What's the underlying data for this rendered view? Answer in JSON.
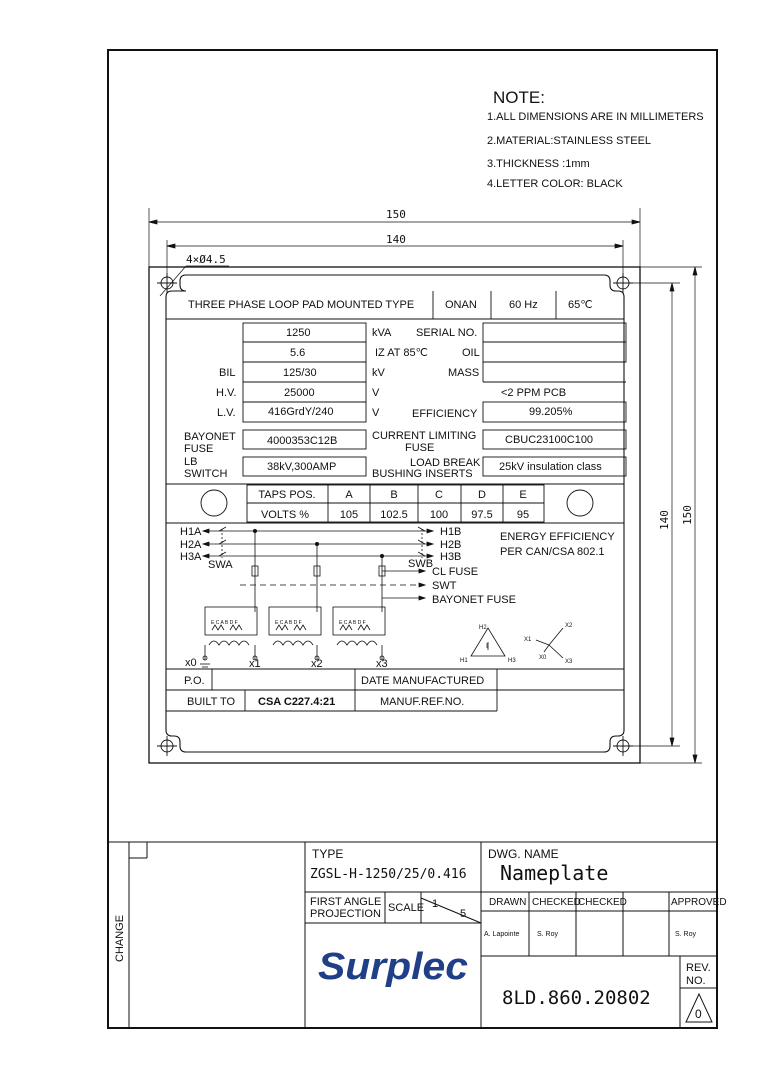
{
  "note": {
    "title": "NOTE:",
    "lines": [
      "1.ALL DIMENSIONS ARE IN MILLIMETERS",
      "2.MATERIAL:STAINLESS STEEL",
      "3.THICKNESS :1mm",
      "4.LETTER COLOR: BLACK"
    ]
  },
  "dimensions": {
    "width_outer": "150",
    "width_inner": "140",
    "height_inner": "140",
    "height_outer": "150",
    "holes": "4×Ø4.5"
  },
  "plate": {
    "header": {
      "type": "THREE PHASE LOOP PAD MOUNTED TYPE",
      "cooling": "ONAN",
      "freq": "60 Hz",
      "temp": "65℃"
    },
    "rows": [
      {
        "label": "",
        "value": "1250",
        "unit": "kVA",
        "label2": "SERIAL NO.",
        "value2": ""
      },
      {
        "label": "",
        "value": "5.6",
        "unit": "IZ AT 85℃",
        "label2": "OIL",
        "value2": ""
      },
      {
        "label": "BIL",
        "value": "125/30",
        "unit": "kV",
        "label2": "MASS",
        "value2": ""
      },
      {
        "label": "H.V.",
        "value": "25000",
        "unit": "V",
        "label2": "",
        "value2": "<2 PPM PCB"
      },
      {
        "label": "L.V.",
        "value": "416GrdY/240",
        "unit": "V",
        "label2": "EFFICIENCY",
        "value2": "99.205%"
      }
    ],
    "bayonet": {
      "label_l1": "BAYONET",
      "label_l2": "FUSE",
      "value": "4000353C12B",
      "label2_l1": "CURRENT LIMITING",
      "label2_l2": "FUSE",
      "value2": "CBUC23100C100"
    },
    "lbswitch": {
      "label_l1": "LB",
      "label_l2": "SWITCH",
      "value": "38kV,300AMP",
      "label2_l1": "LOAD BREAK",
      "label2_l2": "BUSHING INSERTS",
      "value2": "25kV insulation class"
    },
    "taps": {
      "header": [
        "TAPS POS.",
        "A",
        "B",
        "C",
        "D",
        "E"
      ],
      "values": [
        "VOLTS %",
        "105",
        "102.5",
        "100",
        "97.5",
        "95"
      ]
    },
    "schematic": {
      "h1a": "H1A",
      "h2a": "H2A",
      "h3a": "H3A",
      "swa": "SWA",
      "h1b": "H1B",
      "h2b": "H2B",
      "h3b": "H3B",
      "swb": "SWB",
      "cl_fuse": "CL FUSE",
      "swt": "SWT",
      "bayonet_fuse": "BAYONET FUSE",
      "energy_l1": "ENERGY EFFICIENCY",
      "energy_l2": "PER CAN/CSA 802.1",
      "x0": "x0",
      "x1": "x1",
      "x2": "x2",
      "x3": "x3",
      "coil_letters": "E C A B D F",
      "delta": {
        "h1": "H1",
        "h2": "H2",
        "h3": "H3",
        "center": "I"
      },
      "wye": {
        "x0": "X0",
        "x1": "X1",
        "x2": "X2",
        "x3": "X3"
      }
    },
    "footer": {
      "po": "P.O.",
      "date": "DATE MANUFACTURED",
      "built_to": "BUILT TO",
      "standard": "CSA C227.4:21",
      "manuf_ref": "MANUF.REF.NO."
    }
  },
  "title_block": {
    "change": "CHANGE",
    "type_label": "TYPE",
    "type_value": "ZGSL-H-1250/25/0.416",
    "dwg_name_label": "DWG. NAME",
    "dwg_name_value": "Nameplate",
    "projection_l1": "FIRST ANGLE",
    "projection_l2": "PROJECTION",
    "scale_label": "SCALE",
    "scale_num": "1",
    "scale_den": "5",
    "drawn": "DRAWN",
    "checked1": "CHECKED",
    "checked2": "CHECKED",
    "approved": "APPROVED",
    "drawn_by": "A. Lapointe",
    "checked_by": "S. Roy",
    "approved_by": "S. Roy",
    "logo": "Surplec",
    "dwg_number": "8LD.860.20802",
    "rev_l1": "REV.",
    "rev_l2": "NO.",
    "rev_value": "0"
  },
  "colors": {
    "line": "#111111",
    "logo": "#1f3f86"
  }
}
